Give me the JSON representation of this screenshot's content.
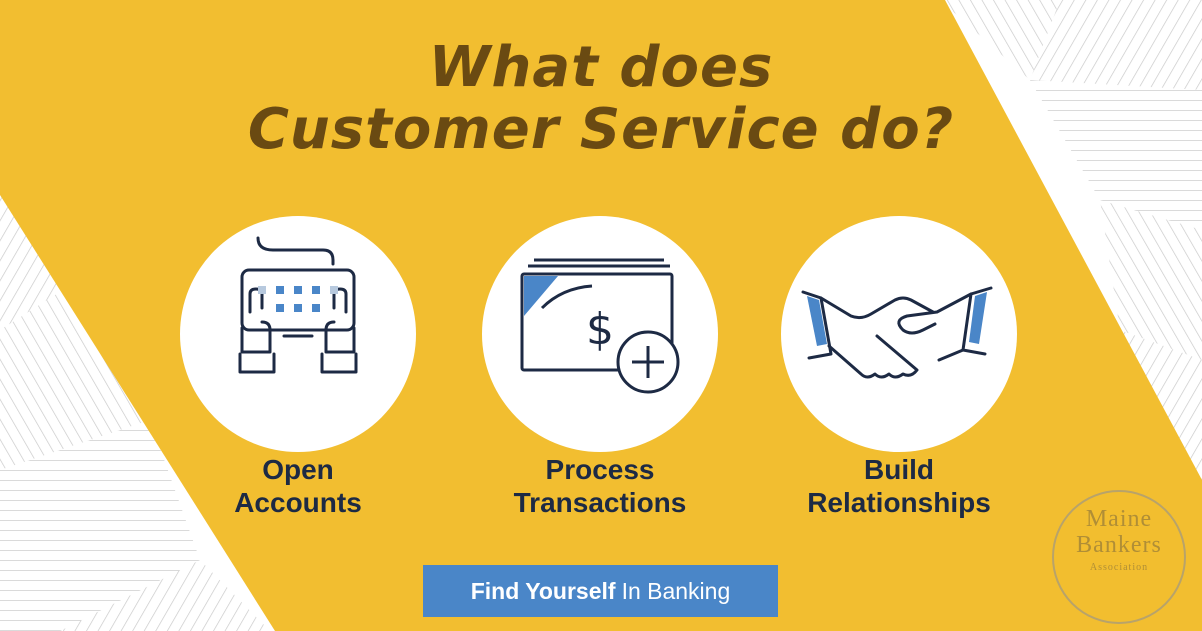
{
  "headline": {
    "line1": "What does",
    "line2": "Customer Service do?"
  },
  "items": [
    {
      "icon": "keyboard-hands-icon",
      "line1": "Open",
      "line2": "Accounts"
    },
    {
      "icon": "money-plus-icon",
      "line1": "Process",
      "line2": "Transactions"
    },
    {
      "icon": "handshake-icon",
      "line1": "Build",
      "line2": "Relationships"
    }
  ],
  "cta": {
    "bold": "Find Yourself",
    "rest": "In Banking"
  },
  "logo": {
    "line1": "Maine",
    "line2": "Bankers",
    "line3": "Association"
  },
  "colors": {
    "yellow": "#f2be30",
    "navy": "#1d2a44",
    "accent_blue": "#4a86c8",
    "headline_brown": "#6a4a12"
  }
}
